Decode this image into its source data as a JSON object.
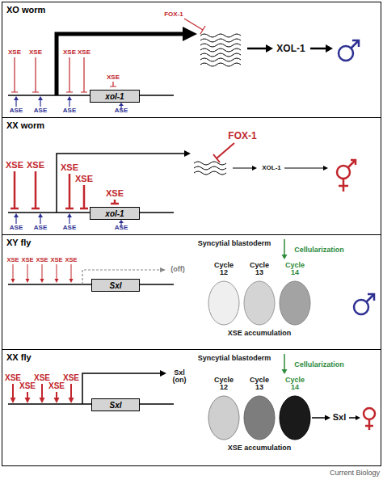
{
  "diagram": {
    "nodes": [
      {
        "text": [
          "XO worm"
        ]
      },
      {
        "text": [
          "xol-1"
        ],
        "in": 0
      },
      {
        "text": [
          "XX worm"
        ]
      },
      {
        "text": [
          "xol-1"
        ],
        "in": 2
      },
      {
        "text": [
          "XY fly"
        ]
      },
      {
        "text": [
          "Sxl"
        ],
        "in": 4
      },
      {
        "text": [
          "XX fly"
        ]
      },
      {
        "text": [
          "Sxl"
        ],
        "in": 6
      }
    ],
    "labels": [
      "XSE",
      "XSE",
      "XSE",
      "XSE",
      "XSE",
      "ASE",
      "ASE",
      "ASE",
      "ASE",
      "FOX-1",
      "XOL-1",
      "XSE",
      "XSE",
      "XSE",
      "XSE",
      "XSE",
      "ASE",
      "ASE",
      "ASE",
      "ASE",
      "FOX-1",
      "XOL-1",
      "XSE",
      "XSE",
      "XSE",
      "XSE",
      "XSE",
      "(off)",
      "Syncytial blastoderm",
      "Cellularization",
      "Cycle 12",
      "Cycle 13",
      "Cycle 14",
      "XSE accumulation",
      "XSE",
      "XSE",
      "XSE",
      "XSE",
      "XSE",
      "Sxl (on)",
      "Syncytial blastoderm",
      "Cellularization",
      "Cycle 12",
      "Cycle 13",
      "Cycle 14",
      "XSE accumulation",
      "Sxl",
      "Current Biology"
    ]
  }
}
